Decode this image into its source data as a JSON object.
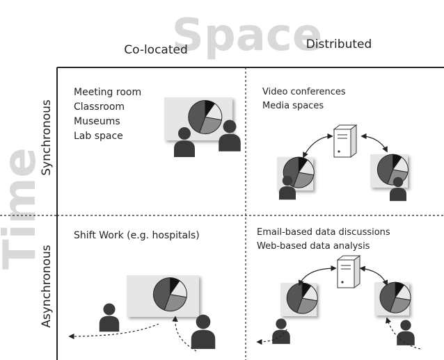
{
  "axes": {
    "space_title": "Space",
    "time_title": "Time",
    "col_colocated": "Co-located",
    "col_distributed": "Distributed",
    "row_synchronous": "Synchronous",
    "row_asynchronous": "Asynchronous"
  },
  "cells": {
    "sync_colocated": [
      "Meeting room",
      "Classroom",
      "Museums",
      "Lab space"
    ],
    "sync_distributed": [
      "Video conferences",
      "Media spaces"
    ],
    "async_colocated": [
      "Shift Work (e.g. hospitals)"
    ],
    "async_distributed": [
      "Email-based data discussions",
      "Web-based data analysis"
    ]
  },
  "colors": {
    "person": "#3a3a3a",
    "panel": "#e6e6e6",
    "pie_dark": "#555555",
    "pie_mid": "#8c8c8c",
    "pie_light": "#e8e8e8",
    "pie_black": "#111111",
    "big_word": "#d9d9d9"
  }
}
